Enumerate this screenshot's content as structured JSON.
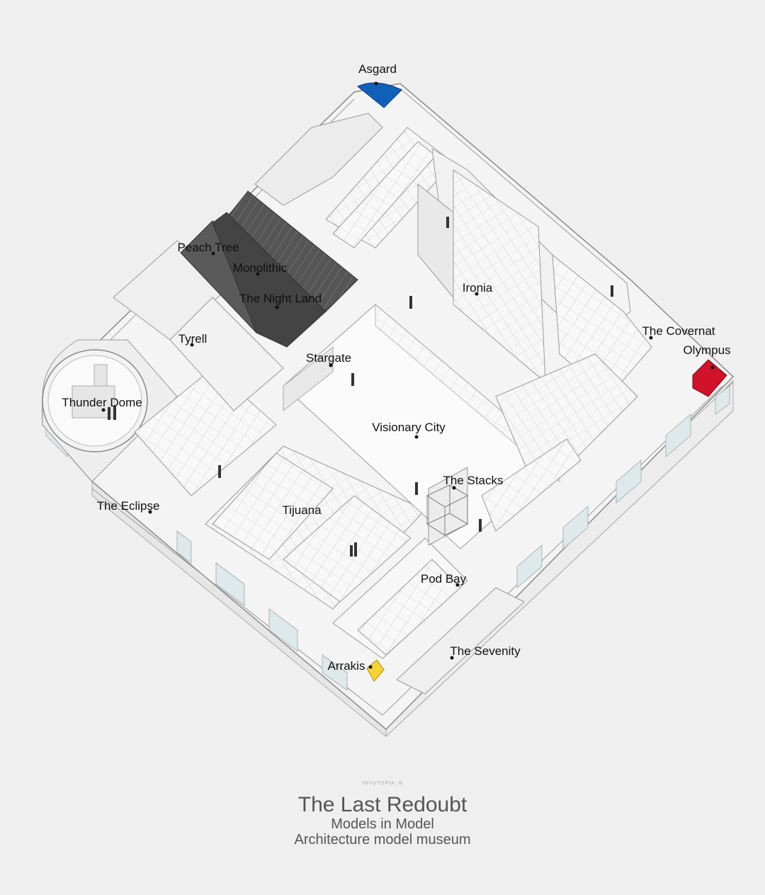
{
  "watermark": "INVUTOPIA_N",
  "title": "The Last Redoubt",
  "subtitle_1": "Models in Model",
  "subtitle_2": "Architecture model museum",
  "colors": {
    "asgard": "#1060b8",
    "olympus": "#d0122a",
    "arrakis": "#f5d238",
    "dark_block": "#4a4a4a",
    "dark_block_2": "#666666"
  },
  "rooms": [
    {
      "id": "asgard",
      "name": "Asgard"
    },
    {
      "id": "peach-tree",
      "name": "Peach Tree"
    },
    {
      "id": "monolithic",
      "name": "Monolithic"
    },
    {
      "id": "the-night-land",
      "name": "The Night Land"
    },
    {
      "id": "ironia",
      "name": "Ironia"
    },
    {
      "id": "the-covernat",
      "name": "The Covernat"
    },
    {
      "id": "olympus",
      "name": "Olympus"
    },
    {
      "id": "tyrell",
      "name": "Tyrell"
    },
    {
      "id": "stargate",
      "name": "Stargate"
    },
    {
      "id": "thunder-dome",
      "name": "Thunder Dome"
    },
    {
      "id": "visionary-city",
      "name": "Visionary City"
    },
    {
      "id": "the-stacks",
      "name": "The Stacks"
    },
    {
      "id": "the-eclipse",
      "name": "The Eclipse"
    },
    {
      "id": "tijuana",
      "name": "Tijuana"
    },
    {
      "id": "pod-bay",
      "name": "Pod Bay"
    },
    {
      "id": "the-sevenity",
      "name": "The Sevenity"
    },
    {
      "id": "arrakis",
      "name": "Arrakis"
    }
  ]
}
